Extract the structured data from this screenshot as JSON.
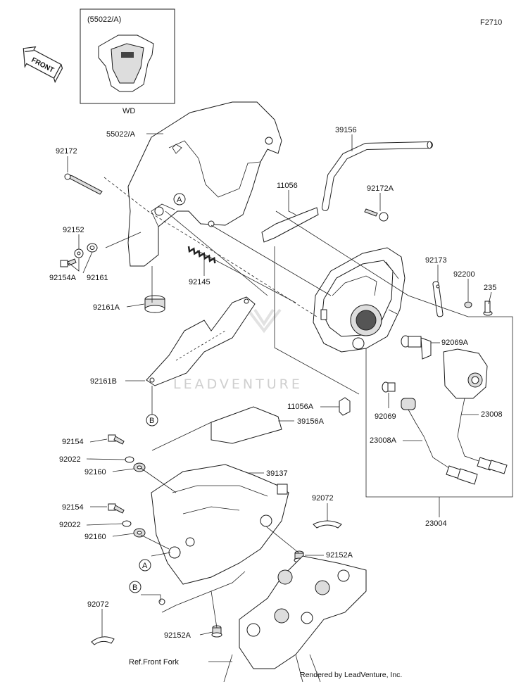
{
  "diagram_code": "F2710",
  "front_label": "FRONT",
  "inset": {
    "code": "(55022/A)",
    "caption": "WD"
  },
  "callouts": [
    "A",
    "B"
  ],
  "labels": {
    "p55022A": "55022/A",
    "p92172": "92172",
    "p92152": "92152",
    "p92154A": "92154A",
    "p92161": "92161",
    "p92145": "92145",
    "p92161A": "92161A",
    "p92161B": "92161B",
    "p39156": "39156",
    "p11056": "11056",
    "p92172A": "92172A",
    "p92173": "92173",
    "p92200": "92200",
    "p235": "235",
    "p92069A": "92069A",
    "p23008": "23008",
    "p11056A": "11056A",
    "p92069": "92069",
    "p23008A": "23008A",
    "p39156A": "39156A",
    "p92154a": "92154",
    "p92022a": "92022",
    "p92160a": "92160",
    "p39137": "39137",
    "p92072a": "92072",
    "p92154b": "92154",
    "p92022b": "92022",
    "p92160b": "92160",
    "p92152A": "92152A",
    "p23004": "23004",
    "p92072b": "92072",
    "p92152Ab": "92152A",
    "refFork": "Ref.Front Fork"
  },
  "watermark": "LEADVENTURE",
  "footer": "Rendered by LeadVenture, Inc."
}
